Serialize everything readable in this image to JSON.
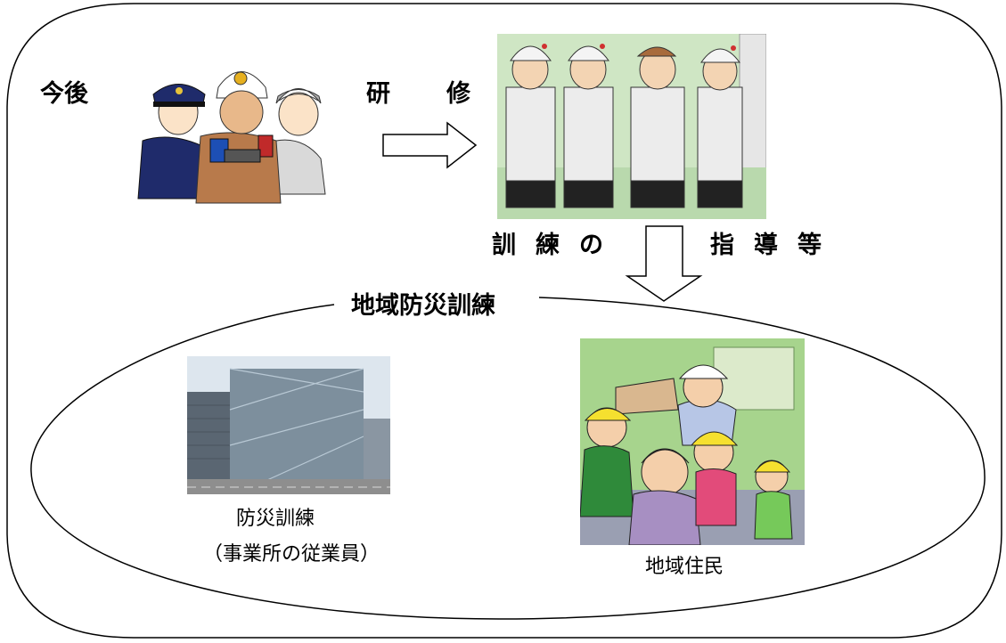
{
  "diagram": {
    "future_label": "今後",
    "training_label": "研　修",
    "guidance_label": "訓練の　　指導等",
    "regional_drill_label": "地域防災訓練",
    "office_drill_label": "防災訓練",
    "office_drill_sublabel": "（事業所の従業員）",
    "residents_label": "地域住民"
  },
  "images": {
    "responders": "illustration-police-firefighter-woman",
    "instructors": "illustration-instructors-in-helmets",
    "office_building": "photo-office-building",
    "residents": "illustration-residents-with-megaphone"
  }
}
